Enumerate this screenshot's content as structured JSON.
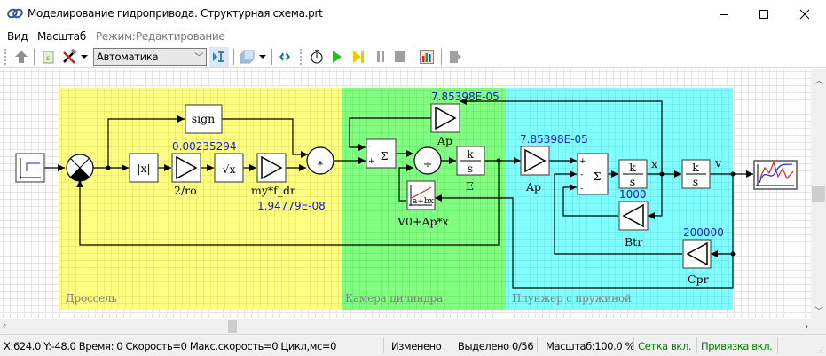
{
  "window": {
    "title": "Моделирование гидропривода. Структурная схема.prt",
    "controls": {
      "minimize": "minimize-icon",
      "maximize": "maximize-icon",
      "close": "close-icon"
    }
  },
  "menu": {
    "items": [
      {
        "label": "Вид"
      },
      {
        "label": "Масштаб"
      }
    ],
    "mode_label": "Режим:",
    "mode_value": "Редактирование"
  },
  "toolbar": {
    "buttons": [
      "up-arrow-icon",
      "script-icon",
      "tools-icon",
      "link-icon",
      "layers-icon",
      "sync-icon",
      "stopwatch-icon",
      "play-icon",
      "step-icon",
      "pause-icon",
      "stop-icon",
      "chart-icon",
      "exit-icon"
    ],
    "combo_value": "Автоматика"
  },
  "diagram": {
    "regions": [
      {
        "label": "Дроссель",
        "color": "#ffff80"
      },
      {
        "label": "Камера цилиндра",
        "color": "#80ff80"
      },
      {
        "label": "Плунжер с пружиной",
        "color": "#80ffff"
      }
    ],
    "blocks": {
      "abs": "|x|",
      "sign": "sign",
      "gain1_value": "0.00235294",
      "gain1_name": "2/ro",
      "sqrt": "√x",
      "gain2_name": "my*f_dr",
      "gain2_value": "1.94779E-08",
      "multiply": "*",
      "sum1_signs": [
        "-",
        "+"
      ],
      "sum_symbol": "Σ",
      "gain3_value": "7.85398E-05",
      "gain3_name": "Ap",
      "divide": "÷",
      "integrator_k": "k",
      "integrator_s": "s",
      "integrator1_name": "E",
      "linear_label": "a+bx",
      "linear_name": "V0+Ap*x",
      "gain4_value": "7.85398E-05",
      "gain4_name": "Ap",
      "sum2_signs": [
        "+",
        "-",
        "-"
      ],
      "integrator2_out": "x",
      "gain5_value": "1000",
      "gain5_name": "Btr",
      "integrator3_out": "v",
      "gain6_value": "200000",
      "gain6_name": "Cpr"
    }
  },
  "statusbar": {
    "coords": "X:624.0  Y:-48.0 Время: 0 Скорость=0 Макс.скорость=0 Цикл,мс=0",
    "modified": "Изменено",
    "selected": "Выделено 0/56",
    "zoom": "Масштаб:100.0 %",
    "grid": "Сетка вкл.",
    "snap": "Привязка вкл.",
    "green_color": "#008000"
  }
}
